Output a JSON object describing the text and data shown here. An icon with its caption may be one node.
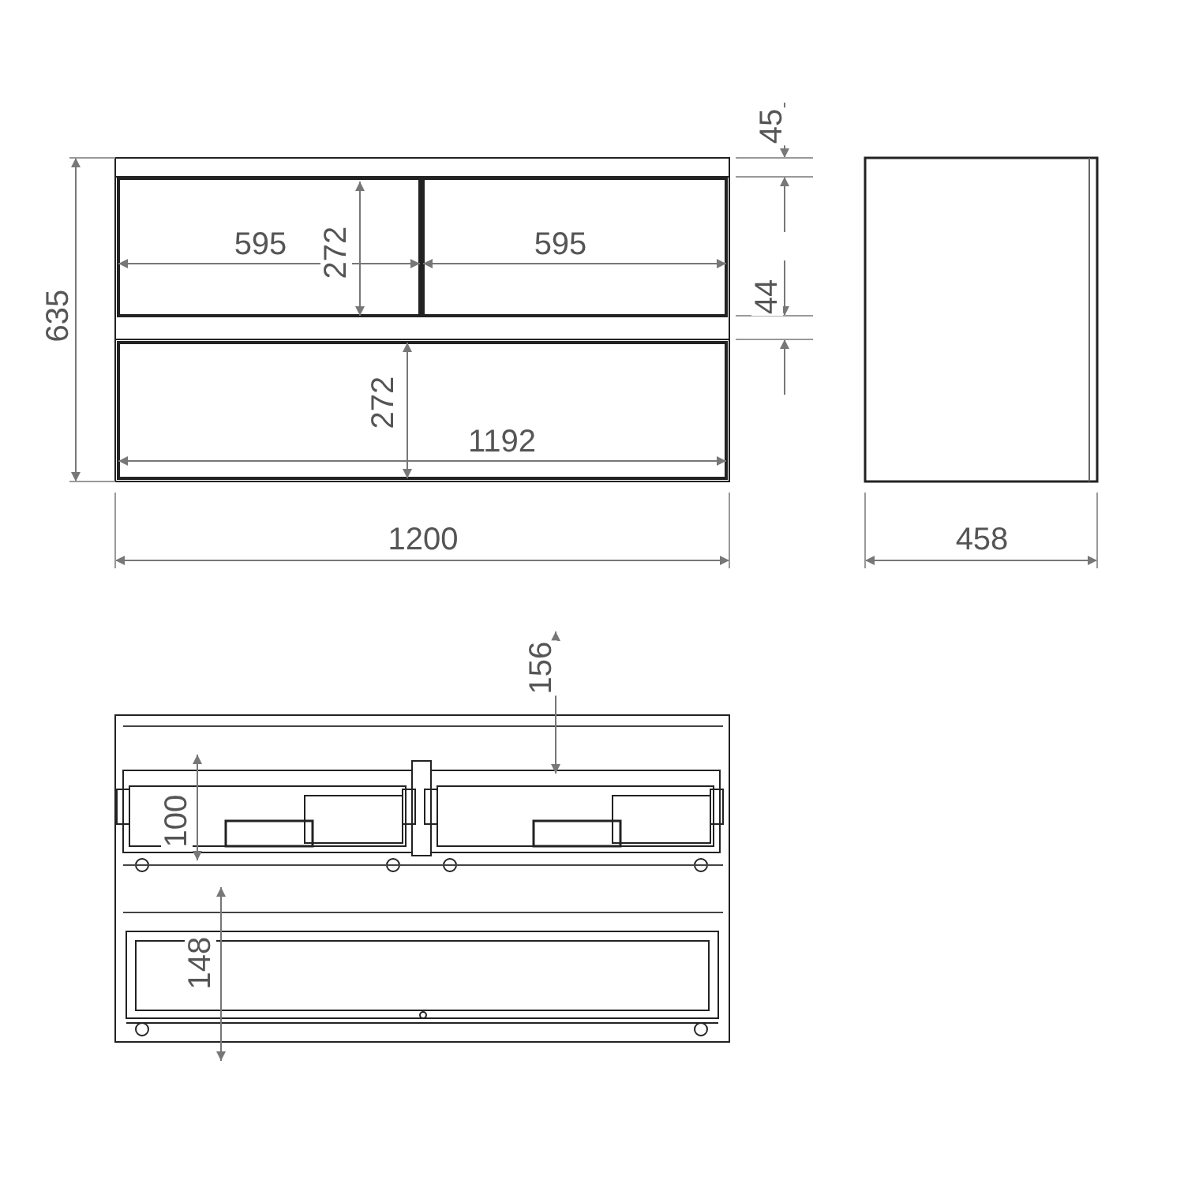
{
  "diagram": {
    "labels": [
      "45",
      "595",
      "272",
      "595",
      "44",
      "635",
      "272",
      "1192",
      "1200",
      "458",
      "156",
      "100",
      "148"
    ]
  }
}
